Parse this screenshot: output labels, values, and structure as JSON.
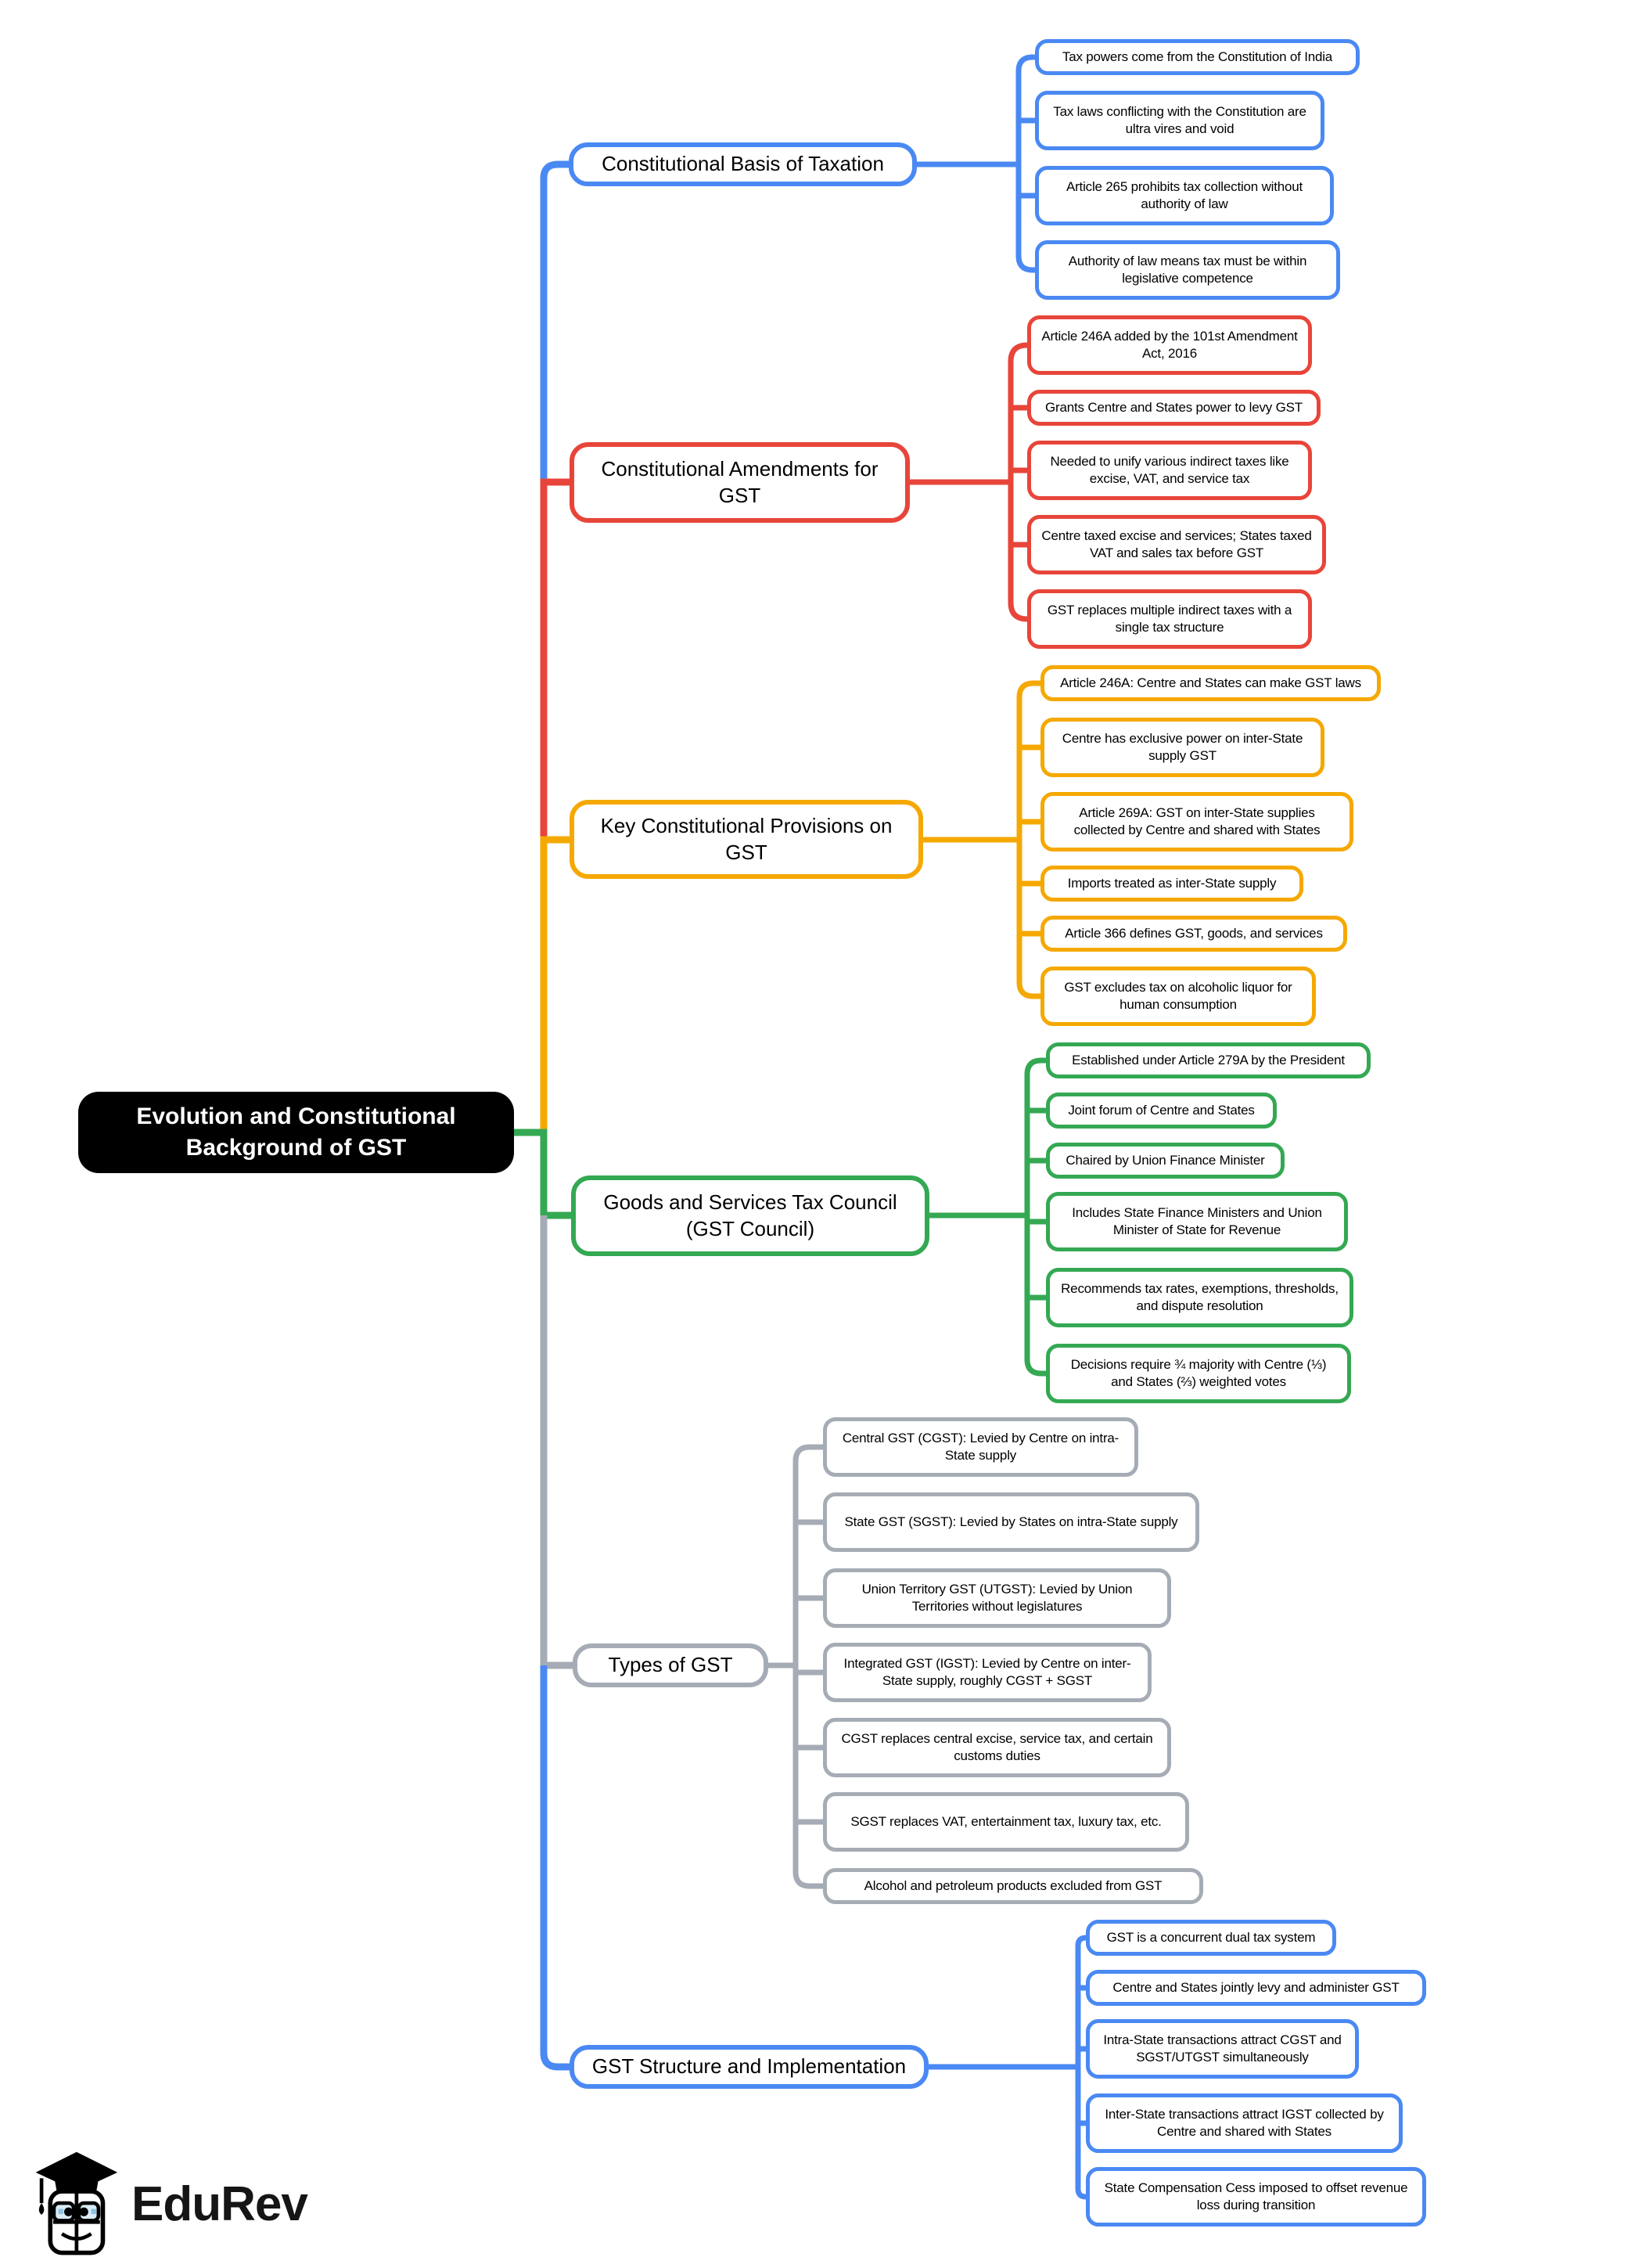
{
  "root": {
    "label": "Evolution and Constitutional Background of GST"
  },
  "palette": {
    "blue": "#4a89f3",
    "red": "#e8453a",
    "yellow": "#f5a800",
    "green": "#34a853",
    "gray": "#a6acb5",
    "root_bg": "#000000",
    "root_text": "#ffffff"
  },
  "branches": [
    {
      "label": "Constitutional Basis of Taxation",
      "color": "#4a89f3",
      "leaves": [
        "Tax powers come from the Constitution of India",
        "Tax laws conflicting with the Constitution are ultra vires and void",
        "Article 265 prohibits tax collection without authority of law",
        "Authority of law means tax must be within legislative competence"
      ]
    },
    {
      "label": "Constitutional Amendments for GST",
      "color": "#e8453a",
      "leaves": [
        "Article 246A added by the 101st Amendment Act, 2016",
        "Grants Centre and States power to levy GST",
        "Needed to unify various indirect taxes like excise, VAT, and service tax",
        "Centre taxed excise and services; States taxed VAT and sales tax before GST",
        "GST replaces multiple indirect taxes with a single tax structure"
      ]
    },
    {
      "label": "Key Constitutional Provisions on GST",
      "color": "#f5a800",
      "leaves": [
        "Article 246A: Centre and States can make GST laws",
        "Centre has exclusive power on inter-State supply GST",
        "Article 269A: GST on inter-State supplies collected by Centre and shared with States",
        "Imports treated as inter-State supply",
        "Article 366 defines GST, goods, and services",
        "GST excludes tax on alcoholic liquor for human consumption"
      ]
    },
    {
      "label": "Goods and Services Tax Council (GST Council)",
      "color": "#34a853",
      "leaves": [
        "Established under Article 279A by the President",
        "Joint forum of Centre and States",
        "Chaired by Union Finance Minister",
        "Includes State Finance Ministers and Union Minister of State for Revenue",
        "Recommends tax rates, exemptions, thresholds, and dispute resolution",
        "Decisions require ¾ majority with Centre (⅓) and States (⅔) weighted votes"
      ]
    },
    {
      "label": "Types of GST",
      "color": "#a6acb5",
      "leaves": [
        "Central GST (CGST): Levied by Centre on intra-State supply",
        "State GST (SGST): Levied by States on intra-State supply",
        "Union Territory GST (UTGST): Levied by Union Territories without legislatures",
        "Integrated GST (IGST): Levied by Centre on inter-State supply, roughly CGST + SGST",
        "CGST replaces central excise, service tax, and certain customs duties",
        "SGST replaces VAT, entertainment tax, luxury tax, etc.",
        "Alcohol and petroleum products excluded from GST"
      ]
    },
    {
      "label": "GST Structure and Implementation",
      "color": "#4a89f3",
      "leaves": [
        "GST is a concurrent dual tax system",
        "Centre and States jointly levy and administer GST",
        "Intra-State transactions attract CGST and SGST/UTGST simultaneously",
        "Inter-State transactions attract IGST collected by Centre and shared with States",
        "State Compensation Cess imposed to offset revenue loss during transition"
      ]
    }
  ],
  "logo": {
    "text": "EduRev"
  }
}
